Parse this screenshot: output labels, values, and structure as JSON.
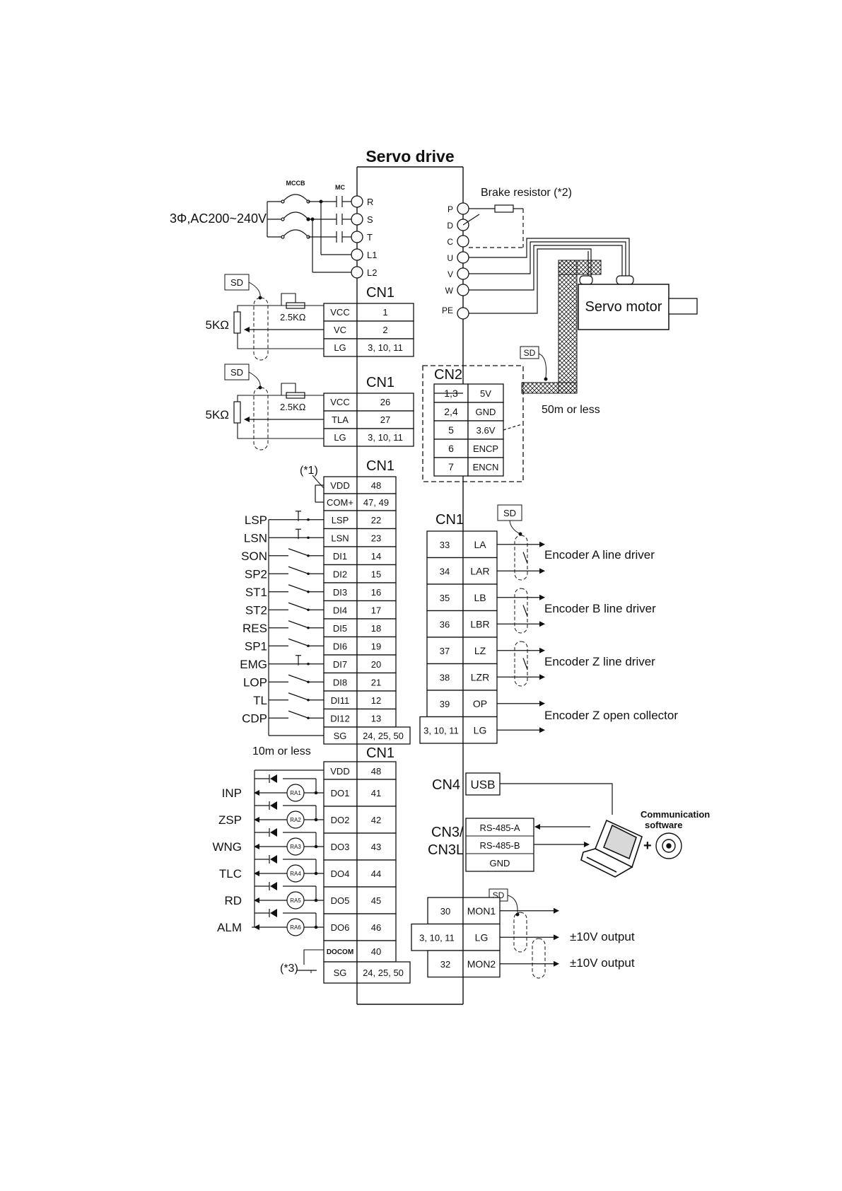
{
  "title": "Servo drive",
  "power": {
    "mccb": "MCCB",
    "mc": "MC",
    "supply": "3Φ,AC200~240V",
    "terminals": [
      "R",
      "S",
      "T",
      "L1",
      "L2"
    ]
  },
  "right_terminals": [
    "P",
    "D",
    "C",
    "U",
    "V",
    "W",
    "PE"
  ],
  "brake_resistor": "Brake resistor (*2)",
  "servo_motor": "Servo motor",
  "sd": "SD",
  "analog_blocks": [
    {
      "connector": "CN1",
      "pot_outer": "5KΩ",
      "pot_inner": "2.5KΩ",
      "rows": [
        {
          "signal": "VCC",
          "pin": "1"
        },
        {
          "signal": "VC",
          "pin": "2"
        },
        {
          "signal": "LG",
          "pin": "3, 10, 11"
        }
      ]
    },
    {
      "connector": "CN1",
      "pot_outer": "5KΩ",
      "pot_inner": "2.5KΩ",
      "rows": [
        {
          "signal": "VCC",
          "pin": "26"
        },
        {
          "signal": "TLA",
          "pin": "27"
        },
        {
          "signal": "LG",
          "pin": "3, 10, 11"
        }
      ]
    }
  ],
  "cn2": {
    "label": "CN2",
    "rows": [
      {
        "pin": "1,3",
        "signal": "5V"
      },
      {
        "pin": "2,4",
        "signal": "GND"
      },
      {
        "pin": "5",
        "signal": "3.6V"
      },
      {
        "pin": "6",
        "signal": "ENCP"
      },
      {
        "pin": "7",
        "signal": "ENCN"
      }
    ],
    "cable_length": "50m or less"
  },
  "di_block": {
    "connector": "CN1",
    "note": "(*1)",
    "header_rows": [
      {
        "signal": "VDD",
        "pin": "48"
      },
      {
        "signal": "COM+",
        "pin": "47, 49"
      }
    ],
    "inputs": [
      {
        "name": "LSP",
        "signal": "LSP",
        "pin": "22"
      },
      {
        "name": "LSN",
        "signal": "LSN",
        "pin": "23"
      },
      {
        "name": "SON",
        "signal": "DI1",
        "pin": "14"
      },
      {
        "name": "SP2",
        "signal": "DI2",
        "pin": "15"
      },
      {
        "name": "ST1",
        "signal": "DI3",
        "pin": "16"
      },
      {
        "name": "ST2",
        "signal": "DI4",
        "pin": "17"
      },
      {
        "name": "RES",
        "signal": "DI5",
        "pin": "18"
      },
      {
        "name": "SP1",
        "signal": "DI6",
        "pin": "19"
      },
      {
        "name": "EMG",
        "signal": "DI7",
        "pin": "20"
      },
      {
        "name": "LOP",
        "signal": "DI8",
        "pin": "21"
      },
      {
        "name": "TL",
        "signal": "DI11",
        "pin": "12"
      },
      {
        "name": "CDP",
        "signal": "DI12",
        "pin": "13"
      }
    ],
    "sg_row": {
      "signal": "SG",
      "pin": "24, 25, 50"
    },
    "cable_length": "10m or less"
  },
  "encoder_block": {
    "connector": "CN1",
    "rows": [
      {
        "pin": "33",
        "signal": "LA"
      },
      {
        "pin": "34",
        "signal": "LAR"
      },
      {
        "pin": "35",
        "signal": "LB"
      },
      {
        "pin": "36",
        "signal": "LBR"
      },
      {
        "pin": "37",
        "signal": "LZ"
      },
      {
        "pin": "38",
        "signal": "LZR"
      },
      {
        "pin": "39",
        "signal": "OP"
      },
      {
        "pin": "3, 10, 11",
        "signal": "LG"
      }
    ],
    "outputs": [
      "Encoder A line driver",
      "Encoder B line driver",
      "Encoder Z line driver",
      "Encoder Z open collector"
    ]
  },
  "do_block": {
    "connector": "CN1",
    "note": "(*3)",
    "vdd_row": {
      "signal": "VDD",
      "pin": "48"
    },
    "outputs": [
      {
        "name": "INP",
        "relay": "RA1",
        "signal": "DO1",
        "pin": "41"
      },
      {
        "name": "ZSP",
        "relay": "RA2",
        "signal": "DO2",
        "pin": "42"
      },
      {
        "name": "WNG",
        "relay": "RA3",
        "signal": "DO3",
        "pin": "43"
      },
      {
        "name": "TLC",
        "relay": "RA4",
        "signal": "DO4",
        "pin": "44"
      },
      {
        "name": "RD",
        "relay": "RA5",
        "signal": "DO5",
        "pin": "45"
      },
      {
        "name": "ALM",
        "relay": "RA6",
        "signal": "DO6",
        "pin": "46"
      }
    ],
    "docom_row": {
      "signal": "DOCOM",
      "pin": "40"
    },
    "sg_row": {
      "signal": "SG",
      "pin": "24, 25, 50"
    }
  },
  "comm": {
    "cn4": "CN4",
    "usb": "USB",
    "cn3_line1": "CN3/",
    "cn3_line2": "CN3L",
    "rs485": [
      "RS-485-A",
      "RS-485-B",
      "GND"
    ],
    "software_line1": "Communication",
    "software_line2": "software",
    "plus": "+"
  },
  "monitor": {
    "rows": [
      {
        "pin": "30",
        "signal": "MON1"
      },
      {
        "pin": "3, 10, 11",
        "signal": "LG"
      },
      {
        "pin": "32",
        "signal": "MON2"
      }
    ],
    "outputs": [
      "±10V output",
      "±10V output"
    ]
  }
}
